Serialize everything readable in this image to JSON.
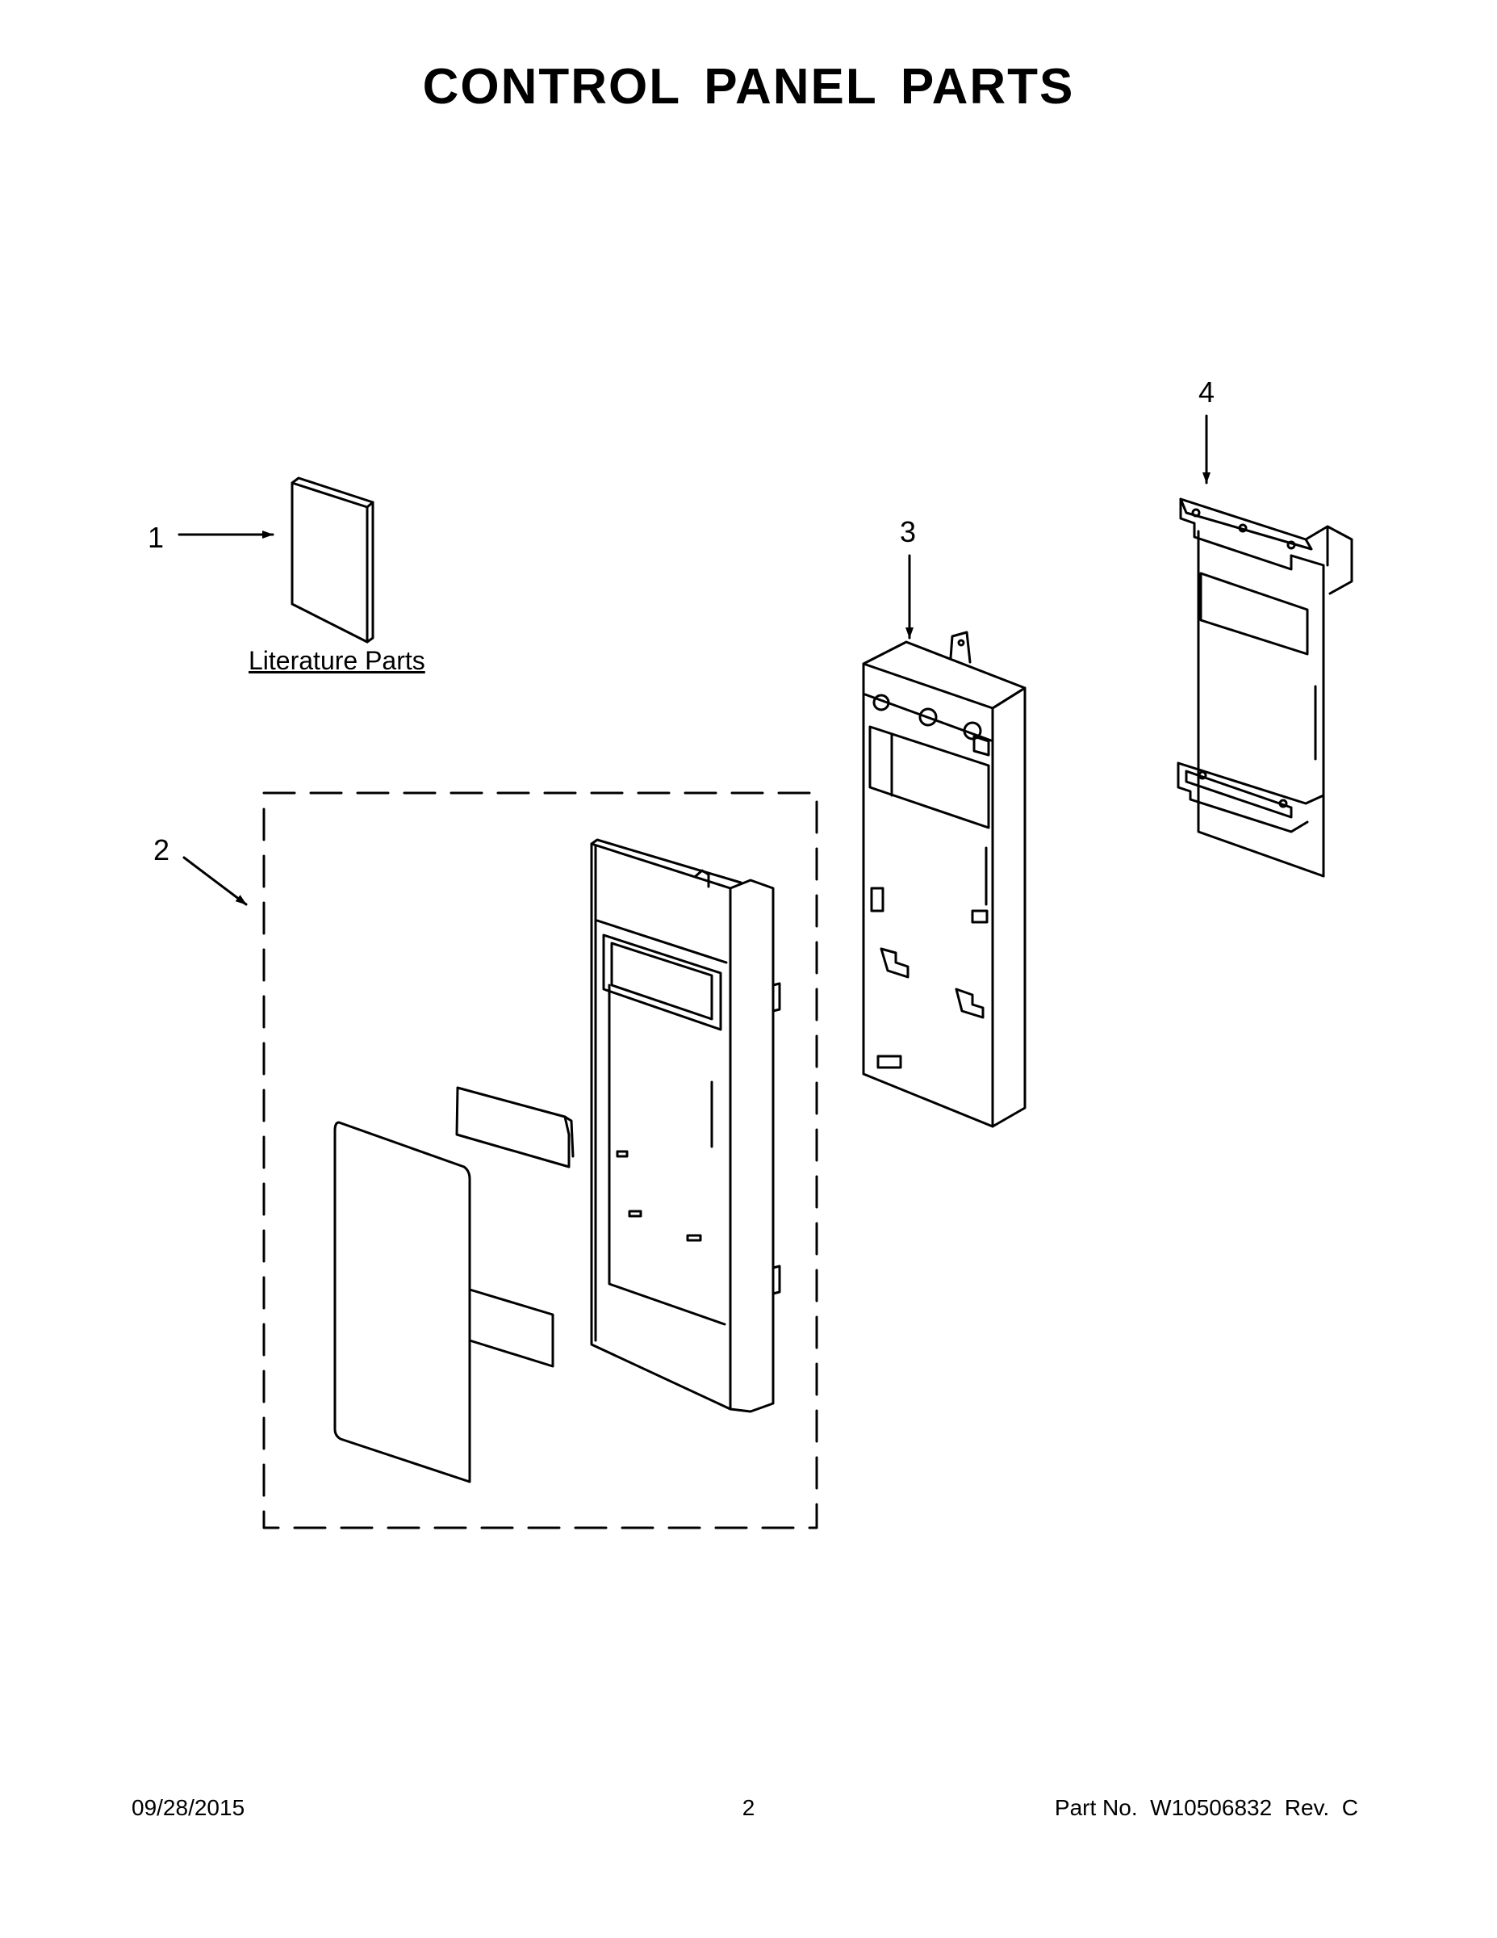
{
  "title": "CONTROL PANEL PARTS",
  "callouts": [
    "1",
    "2",
    "3",
    "4"
  ],
  "literature_label": "Literature Parts",
  "footer": {
    "date": "09/28/2015",
    "page": "2",
    "part_number": "Part No.  W10506832  Rev.  C"
  }
}
